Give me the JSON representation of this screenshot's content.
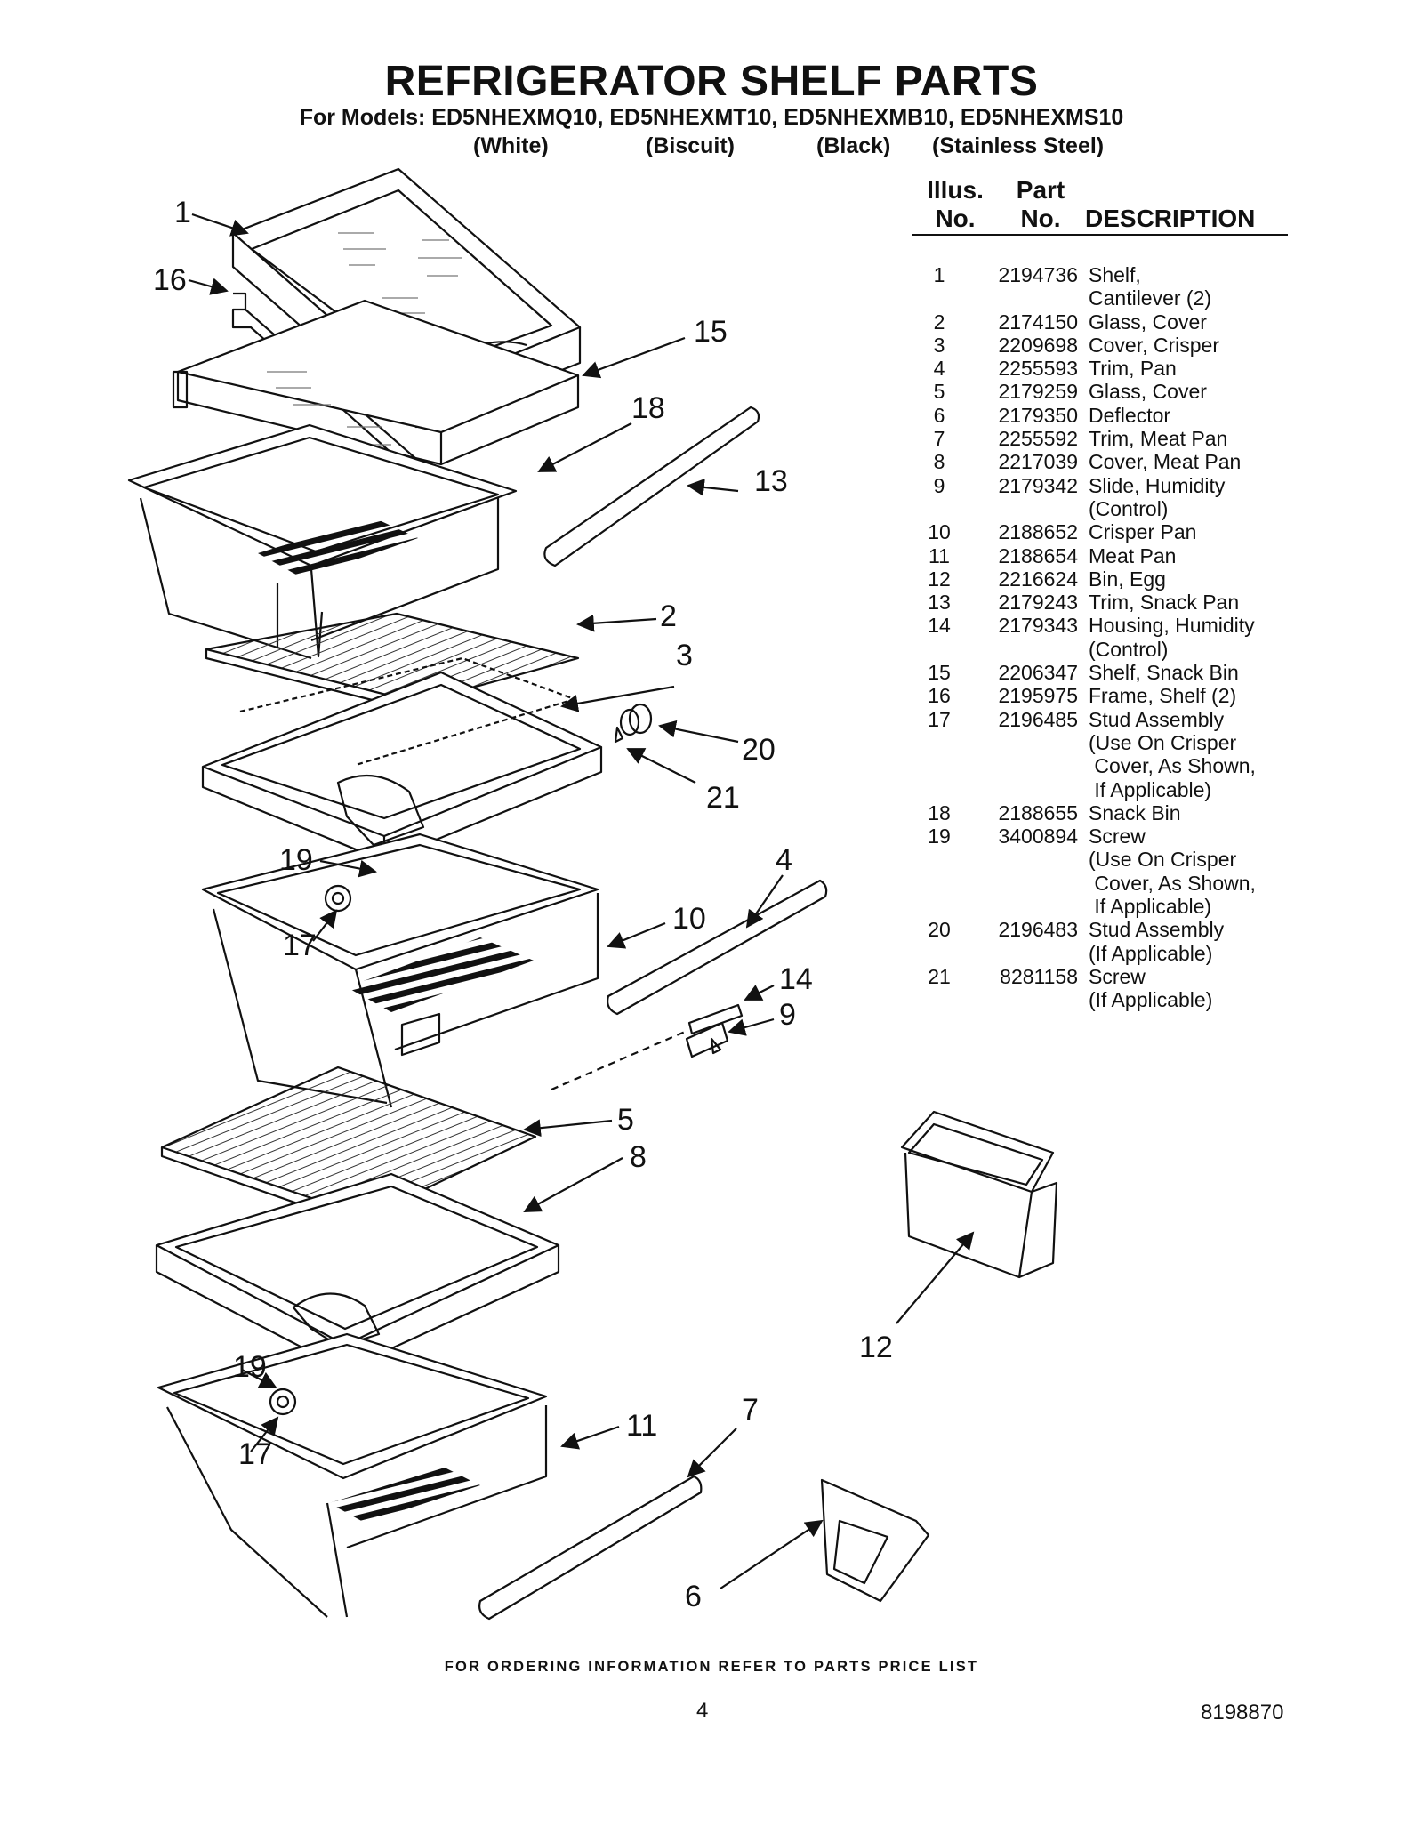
{
  "header": {
    "title": "REFRIGERATOR SHELF PARTS",
    "models_line": "For Models: ED5NHEXMQ10, ED5NHEXMT10, ED5NHEXMB10, ED5NHEXMS10",
    "variants": [
      "(White)",
      "(Biscuit)",
      "(Black)",
      "(Stainless Steel)"
    ]
  },
  "table": {
    "col_illus": [
      "Illus.",
      "No."
    ],
    "col_part": [
      "Part",
      "No."
    ],
    "col_desc": "DESCRIPTION",
    "rows": [
      {
        "illus": "1",
        "part": "2194736",
        "desc": "Shelf,"
      },
      {
        "illus": "",
        "part": "",
        "desc": "Cantilever (2)"
      },
      {
        "illus": "2",
        "part": "2174150",
        "desc": "Glass, Cover"
      },
      {
        "illus": "3",
        "part": "2209698",
        "desc": "Cover, Crisper"
      },
      {
        "illus": "4",
        "part": "2255593",
        "desc": "Trim, Pan"
      },
      {
        "illus": "5",
        "part": "2179259",
        "desc": "Glass, Cover"
      },
      {
        "illus": "6",
        "part": "2179350",
        "desc": "Deflector"
      },
      {
        "illus": "7",
        "part": "2255592",
        "desc": "Trim, Meat Pan"
      },
      {
        "illus": "8",
        "part": "2217039",
        "desc": "Cover, Meat Pan"
      },
      {
        "illus": "9",
        "part": "2179342",
        "desc": "Slide, Humidity"
      },
      {
        "illus": "",
        "part": "",
        "desc": "(Control)"
      },
      {
        "illus": "10",
        "part": "2188652",
        "desc": "Crisper Pan"
      },
      {
        "illus": "11",
        "part": "2188654",
        "desc": "Meat Pan"
      },
      {
        "illus": "12",
        "part": "2216624",
        "desc": "Bin, Egg"
      },
      {
        "illus": "13",
        "part": "2179243",
        "desc": "Trim, Snack Pan"
      },
      {
        "illus": "14",
        "part": "2179343",
        "desc": "Housing, Humidity"
      },
      {
        "illus": "",
        "part": "",
        "desc": "(Control)"
      },
      {
        "illus": "15",
        "part": "2206347",
        "desc": "Shelf, Snack Bin"
      },
      {
        "illus": "16",
        "part": "2195975",
        "desc": "Frame, Shelf (2)"
      },
      {
        "illus": "17",
        "part": "2196485",
        "desc": "Stud Assembly"
      },
      {
        "illus": "",
        "part": "",
        "desc": "(Use On Crisper"
      },
      {
        "illus": "",
        "part": "",
        "desc": " Cover, As Shown,"
      },
      {
        "illus": "",
        "part": "",
        "desc": " If Applicable)"
      },
      {
        "illus": "18",
        "part": "2188655",
        "desc": "Snack Bin"
      },
      {
        "illus": "19",
        "part": "3400894",
        "desc": "Screw"
      },
      {
        "illus": "",
        "part": "",
        "desc": "(Use On Crisper"
      },
      {
        "illus": "",
        "part": "",
        "desc": " Cover, As Shown,"
      },
      {
        "illus": "",
        "part": "",
        "desc": " If Applicable)"
      },
      {
        "illus": "20",
        "part": "2196483",
        "desc": "Stud Assembly"
      },
      {
        "illus": "",
        "part": "",
        "desc": "(If Applicable)"
      },
      {
        "illus": "21",
        "part": "8281158",
        "desc": "Screw"
      },
      {
        "illus": "",
        "part": "",
        "desc": "(If Applicable)"
      }
    ]
  },
  "callouts": {
    "c1": "1",
    "c16": "16",
    "c15": "15",
    "c18": "18",
    "c13": "13",
    "c2": "2",
    "c3": "3",
    "c20": "20",
    "c21": "21",
    "c19a": "19",
    "c17a": "17",
    "c4": "4",
    "c10": "10",
    "c14": "14",
    "c9": "9",
    "c5": "5",
    "c8": "8",
    "c12": "12",
    "c19b": "19",
    "c17b": "17",
    "c11": "11",
    "c7": "7",
    "c6": "6"
  },
  "footer": {
    "ordering": "FOR ORDERING INFORMATION REFER TO PARTS PRICE LIST",
    "page": "4",
    "doc_number": "8198870"
  }
}
